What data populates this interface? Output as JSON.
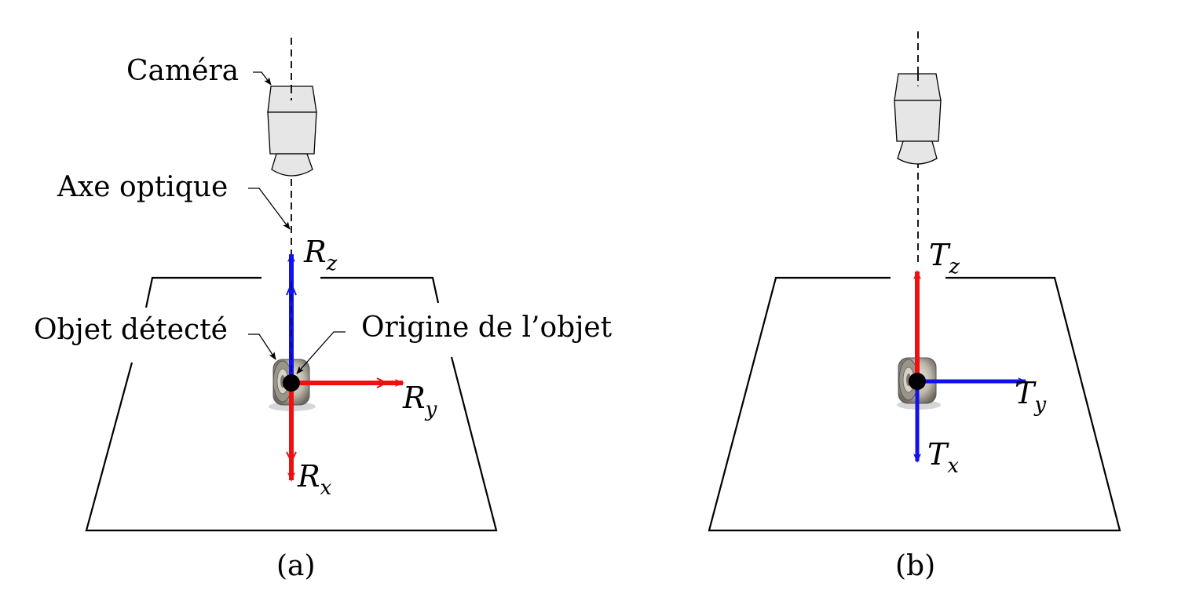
{
  "panel_a": {
    "labels": {
      "camera": "Caméra",
      "optical_axis": "Axe optique",
      "detected_object": "Objet détecté",
      "object_origin": "Origine de l’objet"
    },
    "axes": {
      "z": {
        "base": "R",
        "sub": "z"
      },
      "y": {
        "base": "R",
        "sub": "y"
      },
      "x": {
        "base": "R",
        "sub": "x"
      }
    },
    "caption": "(a)"
  },
  "panel_b": {
    "axes": {
      "z": {
        "base": "T",
        "sub": "z"
      },
      "y": {
        "base": "T",
        "sub": "y"
      },
      "x": {
        "base": "T",
        "sub": "x"
      }
    },
    "caption": "(b)"
  },
  "colors": {
    "red": "#ee1111",
    "blue": "#1111ee",
    "camera_fill": "#e6e6e6",
    "origin_dot": "#000000"
  }
}
